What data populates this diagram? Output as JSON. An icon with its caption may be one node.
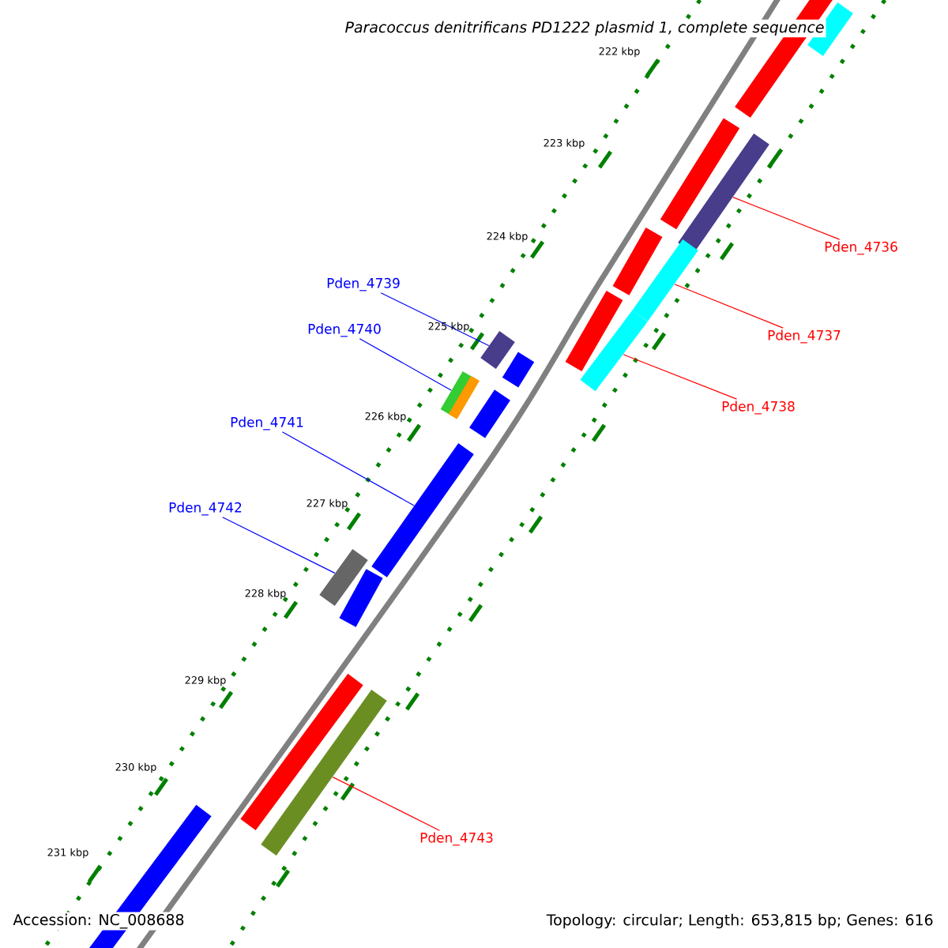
{
  "diagram": {
    "title": "Paracoccus denitrificans PD1222 plasmid 1, complete sequence",
    "nodes": [
      {
        "text": [
          "Pden_4739"
        ]
      },
      {
        "text": [
          "Pden_4740"
        ]
      },
      {
        "text": [
          "Pden_4741"
        ]
      },
      {
        "text": [
          "Pden_4742"
        ]
      },
      {
        "text": [
          "Pden_4736"
        ]
      },
      {
        "text": [
          "Pden_4737"
        ]
      },
      {
        "text": [
          "Pden_4738"
        ]
      },
      {
        "text": [
          "Pden_4743"
        ]
      },
      {
        "text": [],
        "shape": "bar"
      },
      {
        "text": [],
        "shape": "bar"
      },
      {
        "text": [],
        "shape": "bar"
      },
      {
        "text": [],
        "shape": "bar"
      },
      {
        "text": [],
        "shape": "bar"
      },
      {
        "text": [],
        "shape": "bar"
      },
      {
        "text": [],
        "shape": "bar"
      },
      {
        "text": [],
        "shape": "bar"
      },
      {
        "text": [],
        "shape": "bar"
      }
    ],
    "edges": [
      {
        "from": 0,
        "to": 8,
        "arrow": "none",
        "color": "#0000ff"
      },
      {
        "from": 1,
        "to": 9,
        "arrow": "none",
        "color": "#0000ff"
      },
      {
        "from": 2,
        "to": 10,
        "arrow": "none",
        "color": "#0000ff"
      },
      {
        "from": 3,
        "to": 11,
        "arrow": "none",
        "color": "#0000ff"
      },
      {
        "from": 4,
        "to": 12,
        "arrow": "none",
        "color": "#ff0000"
      },
      {
        "from": 5,
        "to": 13,
        "arrow": "none",
        "color": "#ff0000"
      },
      {
        "from": 6,
        "to": 14,
        "arrow": "none",
        "color": "#ff0000"
      },
      {
        "from": 7,
        "to": 15,
        "arrow": "none",
        "color": "#ff0000"
      }
    ],
    "labels": [
      "222 kbp",
      "223 kbp",
      "224 kbp",
      "225 kbp",
      "226 kbp",
      "227 kbp",
      "228 kbp",
      "229 kbp",
      "230 kbp",
      "231 kbp",
      "Accession: NC_008688",
      "Topology: circular; Length: 653,815 bp; Genes: 616"
    ]
  }
}
